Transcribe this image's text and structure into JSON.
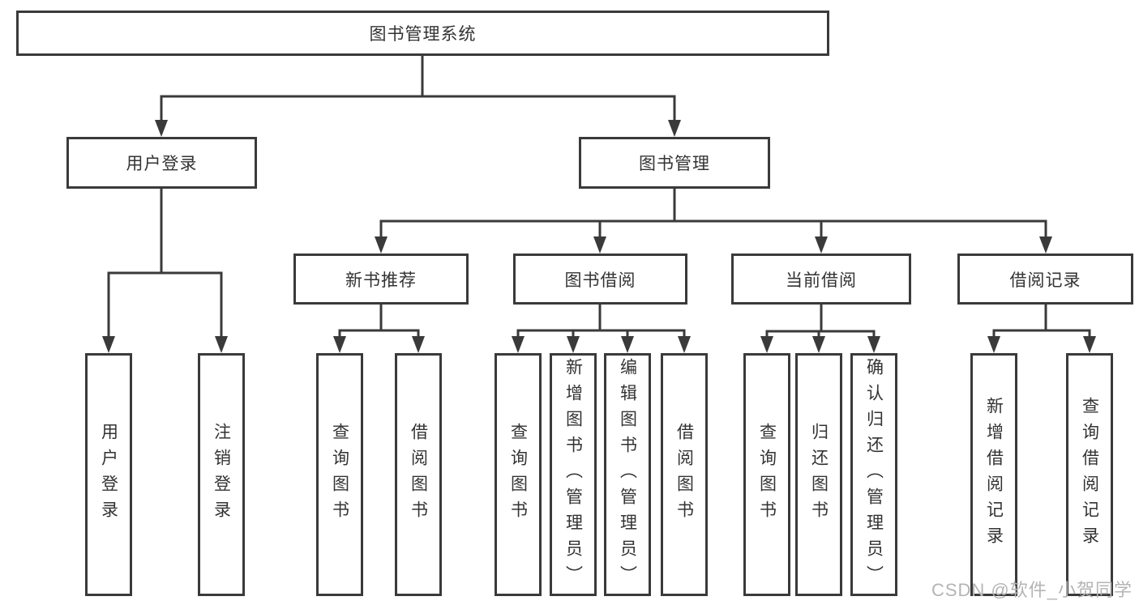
{
  "title": {
    "label": "图书管理系统"
  },
  "branches": {
    "user_login": {
      "label": "用户登录"
    },
    "book_management": {
      "label": "图书管理"
    }
  },
  "modules": {
    "new_book_recommend": {
      "label": "新书推荐"
    },
    "book_borrowing": {
      "label": "图书借阅"
    },
    "current_borrowing": {
      "label": "当前借阅"
    },
    "borrowing_records": {
      "label": "借阅记录"
    }
  },
  "functions": {
    "user_login": {
      "label": "用户登录"
    },
    "user_logout": {
      "label": "注销登录"
    },
    "nb_query_books": {
      "label": "查询图书"
    },
    "nb_borrow_books": {
      "label": "借阅图书"
    },
    "bw_query_books": {
      "label": "查询图书"
    },
    "bw_add_books": {
      "label": "新增图书（管理员）"
    },
    "bw_edit_books": {
      "label": "编辑图书（管理员）"
    },
    "bw_borrow_books": {
      "label": "借阅图书"
    },
    "cb_query_books": {
      "label": "查询图书"
    },
    "cb_return_books": {
      "label": "归还图书"
    },
    "cb_confirm_return": {
      "label": "确认归还（管理员）"
    },
    "rc_add_record": {
      "label": "新增借阅记录"
    },
    "rc_query_record": {
      "label": "查询借阅记录"
    }
  },
  "watermark": {
    "text": "CSDN @软件_小贺同学"
  },
  "colors": {
    "line": "#3a3a3a",
    "text": "#333333",
    "watermark": "#b4b4b4",
    "background": "#ffffff"
  }
}
